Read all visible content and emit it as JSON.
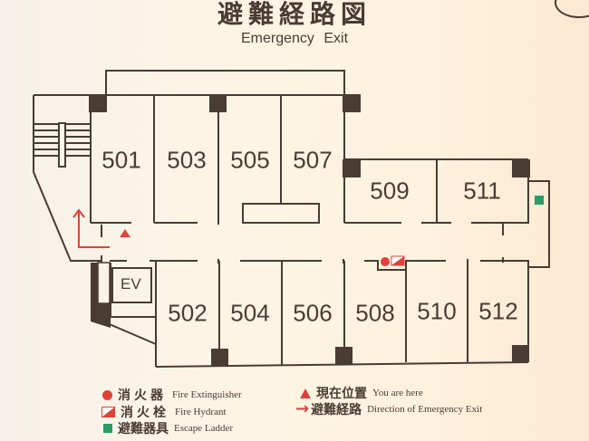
{
  "header": {
    "title_jp": "避難経路図",
    "title_en": "Emergency Exit"
  },
  "colors": {
    "wall": "#4a3b33",
    "pillar": "#4a3b33",
    "exit_arrow": "#e0423b",
    "fire_red": "#e0423b",
    "ladder_green": "#2e9a66",
    "background": "#fdf4e6"
  },
  "rooms": {
    "north": [
      {
        "number": "501"
      },
      {
        "number": "503"
      },
      {
        "number": "505"
      },
      {
        "number": "507"
      },
      {
        "number": "509"
      },
      {
        "number": "511"
      }
    ],
    "south": [
      {
        "number": "502"
      },
      {
        "number": "504"
      },
      {
        "number": "506"
      },
      {
        "number": "508"
      },
      {
        "number": "510"
      },
      {
        "number": "512"
      }
    ],
    "elevator": "EV"
  },
  "map_markers": [
    {
      "type": "you-are-here",
      "icon": "red-triangle"
    },
    {
      "type": "exit-direction",
      "icon": "red-arrow"
    },
    {
      "type": "fire-extinguisher",
      "icon": "red-circle"
    },
    {
      "type": "fire-hydrant",
      "icon": "half-red-square"
    },
    {
      "type": "escape-ladder",
      "icon": "green-square"
    },
    {
      "type": "stairs",
      "icon": "stairs"
    }
  ],
  "legend": {
    "items": [
      {
        "jp": "消火器",
        "en": "Fire Extinguisher",
        "icon": "red-circle"
      },
      {
        "jp": "消火栓",
        "en": "Fire Hydrant",
        "icon": "half-red-square"
      },
      {
        "jp": "避難器具",
        "en": "Escape Ladder",
        "icon": "green-square"
      },
      {
        "jp": "現在位置",
        "en": "You are here",
        "icon": "red-triangle"
      },
      {
        "jp": "避難経路",
        "en": "Direction of Emergency Exit",
        "icon": "red-arrow"
      }
    ]
  }
}
